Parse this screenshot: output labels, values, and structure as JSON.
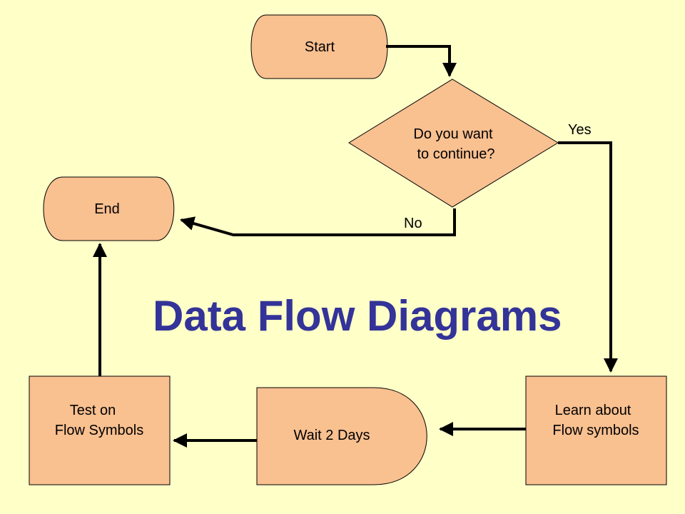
{
  "title": "Data Flow Diagrams",
  "colors": {
    "background": "#ffffc8",
    "shape_fill": "#f9c090",
    "title": "#333399",
    "connector": "#000000"
  },
  "nodes": {
    "start": "Start",
    "decision": [
      "Do you want",
      "to continue?"
    ],
    "end": "End",
    "learn": [
      "Learn about",
      "Flow symbols"
    ],
    "wait": "Wait 2 Days",
    "test": [
      "Test on",
      "Flow Symbols"
    ]
  },
  "edges": {
    "yes": "Yes",
    "no": "No"
  }
}
